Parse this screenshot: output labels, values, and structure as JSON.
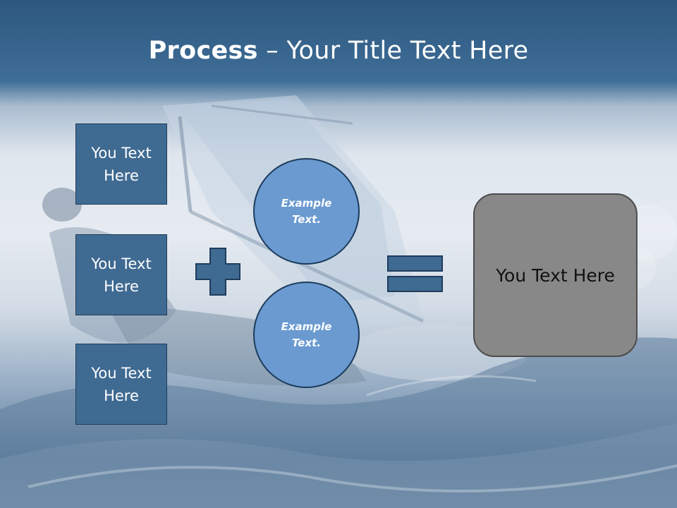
{
  "slide": {
    "title_bold": "Process",
    "title_rest": " – Your Title Text Here",
    "left_boxes": [
      {
        "label": "You Text Here"
      },
      {
        "label": "You Text Here"
      },
      {
        "label": "You Text Here"
      }
    ],
    "circles": [
      {
        "label": "Example Text."
      },
      {
        "label": "Example Text."
      }
    ],
    "result": {
      "label": "You Text Here"
    },
    "operators": {
      "plus": "plus-icon",
      "equals": "equals-icon"
    },
    "colors": {
      "box_fill": "#3f6a92",
      "circle_fill": "#6a9ad0",
      "result_fill": "#888888",
      "title_bar": "#2d577f"
    }
  }
}
